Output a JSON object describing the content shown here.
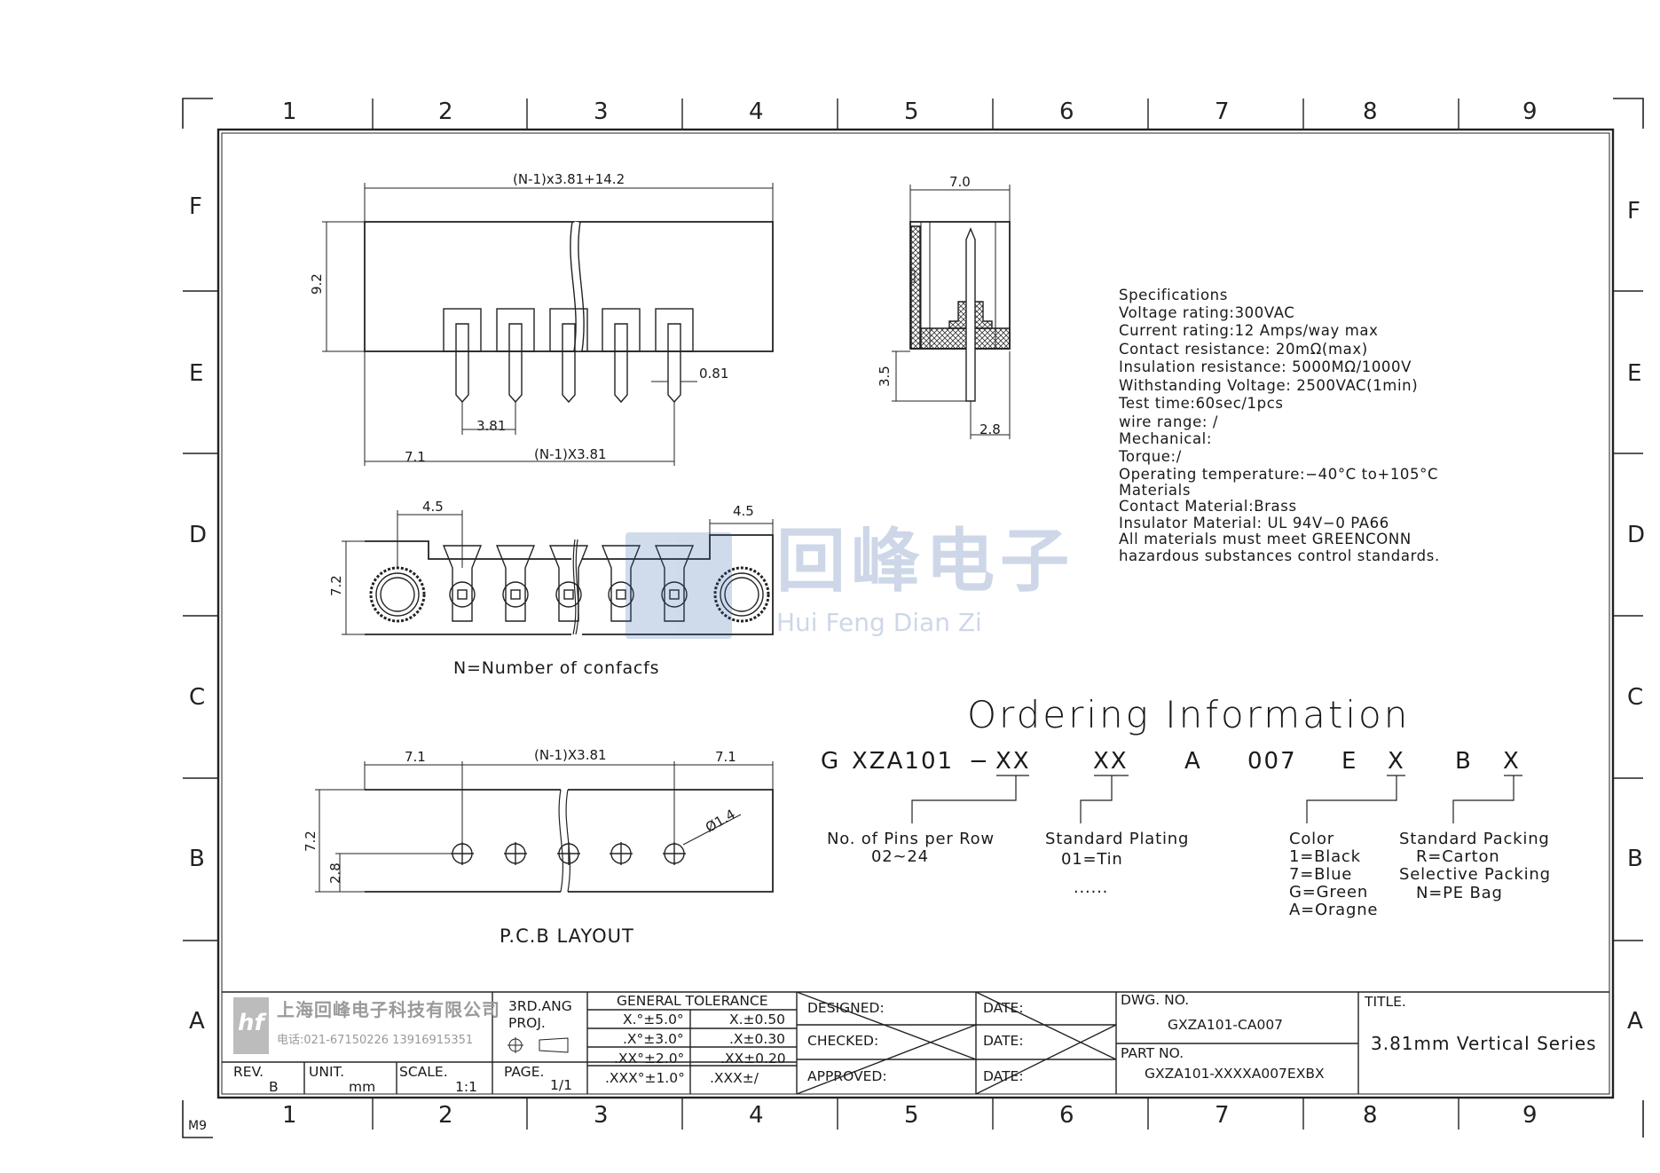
{
  "border": {
    "columns": [
      "1",
      "2",
      "3",
      "4",
      "5",
      "6",
      "7",
      "8",
      "9"
    ],
    "rows": [
      "F",
      "E",
      "D",
      "C",
      "B",
      "A"
    ],
    "sheet_id": "M9"
  },
  "front_view": {
    "overall_dim": "(N-1)x3.81+14.2",
    "height_dim": "9.2",
    "pin_dim": "0.81",
    "pitch_dim": "3.81",
    "left_dim": "7.1",
    "span_dim": "(N-1)X3.81"
  },
  "side_view": {
    "width_dim": "7.0",
    "pin_len_dim": "3.5",
    "offset_dim": "2.8"
  },
  "bottom_view": {
    "left_dim": "4.5",
    "right_dim": "4.5",
    "height_dim": "7.2",
    "caption": "N=Number of confacfs"
  },
  "pcb_layout": {
    "left_dim": "7.1",
    "span_dim": "(N-1)X3.81",
    "right_dim": "7.1",
    "height_dim": "7.2",
    "row_dim": "2.8",
    "hole_dim": "Ø1.4",
    "caption": "P.C.B LAYOUT"
  },
  "specs": [
    "Specifications",
    "Voltage rating:300VAC",
    "Current rating:12 Amps/way max",
    "Contact resistance: 20mΩ(max)",
    "Insulation resistance: 5000MΩ/1000V",
    "Withstanding Voltage: 2500VAC(1min)",
    "Test time:60sec/1pcs",
    "wire range: /",
    "Mechanical:",
    "Torque:/",
    "Operating temperature:−40°C to+105°C",
    "Materials",
    "Contact Material:Brass",
    "Insulator Material: UL 94V−0 PA66",
    "All materials must meet GREENCONN",
    "hazardous substances control standards."
  ],
  "watermark": {
    "text_cn": "回峰电子",
    "text_en": "Hui Feng Dian Zi"
  },
  "ordering": {
    "title": "Ordering Information",
    "code": [
      "G",
      "XZA101",
      "−",
      "XX",
      "XX",
      "A",
      "007",
      "E",
      "X",
      "B",
      "X"
    ],
    "pins_label": "No. of Pins per Row",
    "pins_range": "02~24",
    "plating_label": "Standard Plating",
    "plating_value": "01=Tin",
    "plating_more": "......",
    "color_label": "Color",
    "colors": [
      "1=Black",
      "7=Blue",
      "G=Green",
      "A=Oragne"
    ],
    "packing_label": "Standard Packing",
    "packing_std": "R=Carton",
    "packing_sel_label": "Selective Packing",
    "packing_sel": "N=PE Bag"
  },
  "title_block": {
    "company": "上海回峰电子科技有限公司",
    "phone": "电话:021-67150226 13916915351",
    "logo": "hf",
    "rev_label": "REV.",
    "rev": "B",
    "unit_label": "UNIT.",
    "unit": "mm",
    "scale_label": "SCALE.",
    "scale": "1:1",
    "proj_label1": "3RD.ANG",
    "proj_label2": "PROJ.",
    "page_label": "PAGE.",
    "page": "1/1",
    "tol_title": "GENERAL TOLERANCE",
    "tol": [
      [
        "X.°±5.0°",
        "X.±0.50"
      ],
      [
        ".X°±3.0°",
        ".X±0.30"
      ],
      [
        ".XX°±2.0°",
        ".XX±0.20"
      ],
      [
        ".XXX°±1.0°",
        ".XXX±/"
      ]
    ],
    "designed": "DESIGNED:",
    "checked": "CHECKED:",
    "approved": "APPROVED:",
    "date": "DATE:",
    "dwg_label": "DWG. NO.",
    "dwg_no": "GXZA101-CA007",
    "part_label": "PART NO.",
    "part_no": "GXZA101-XXXXA007EXBX",
    "title_label": "TITLE.",
    "title": "3.81mm Vertical Series"
  }
}
